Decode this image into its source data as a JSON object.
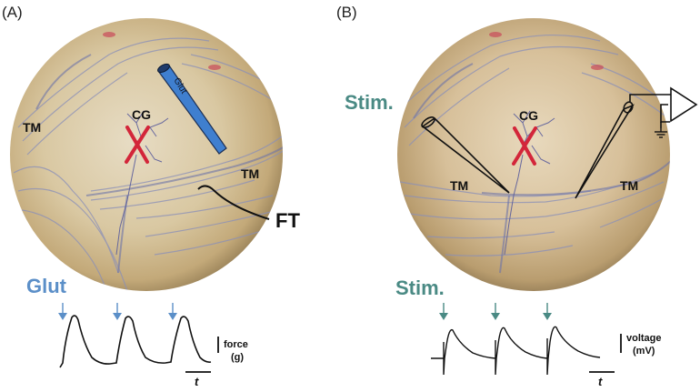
{
  "panels": [
    {
      "label": "(A)",
      "tissue_labels": [
        "TM",
        "CG",
        "TM"
      ],
      "pipette_label": "Glut",
      "pointer_label": "FT",
      "trace_title": "Glut",
      "scale_y_label": [
        "force",
        "(g)"
      ],
      "scale_x_label": "t"
    },
    {
      "label": "(B)",
      "tissue_labels": [
        "CG",
        "TM",
        "TM"
      ],
      "electrode_label": "Stim.",
      "trace_title": "Stim.",
      "scale_y_label": [
        "voltage",
        "(mV)"
      ],
      "scale_x_label": "t"
    }
  ],
  "colors": {
    "glut": "#5b8fc8",
    "stim": "#4a8a84",
    "cross": "#d3263a",
    "pipette": "#3f7fcf",
    "arrow_a": "#5b8fc8",
    "arrow_b": "#4a8a84"
  },
  "icons": [
    "amplifier-icon",
    "ground-icon"
  ]
}
